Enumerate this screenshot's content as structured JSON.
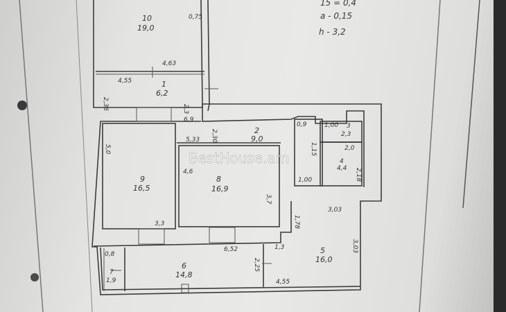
{
  "plan": {
    "notes": [
      "15 = 0,4",
      "a - 0,15",
      "h - 3,2"
    ],
    "watermark": "BestHouse.am",
    "rooms": [
      {
        "number": "10",
        "area": "19,0"
      },
      {
        "number": "1",
        "area": "6,2"
      },
      {
        "number": "9",
        "area": "16,5"
      },
      {
        "number": "8",
        "area": "16,9"
      },
      {
        "number": "2",
        "area": "9,0"
      },
      {
        "number": "3",
        "area": "2,3"
      },
      {
        "number": "4",
        "area": "4,4"
      },
      {
        "number": "5",
        "area": "16,0"
      },
      {
        "number": "6",
        "area": "14,8"
      },
      {
        "number": "7",
        "area": "1,9"
      }
    ],
    "dimensions": [
      "0,75",
      "4,63",
      "4,55",
      "2,36",
      "2,3",
      "6,9",
      "5,0",
      "5,33",
      "2,30",
      "4,6",
      "1,15",
      "1,00",
      "1,00",
      "2,0",
      "2,18",
      "0,9",
      "3,7",
      "3,3",
      "3,03",
      "1,78",
      "6,52",
      "1,3",
      "3,03",
      "0,8",
      "2,25",
      "4,55"
    ]
  }
}
